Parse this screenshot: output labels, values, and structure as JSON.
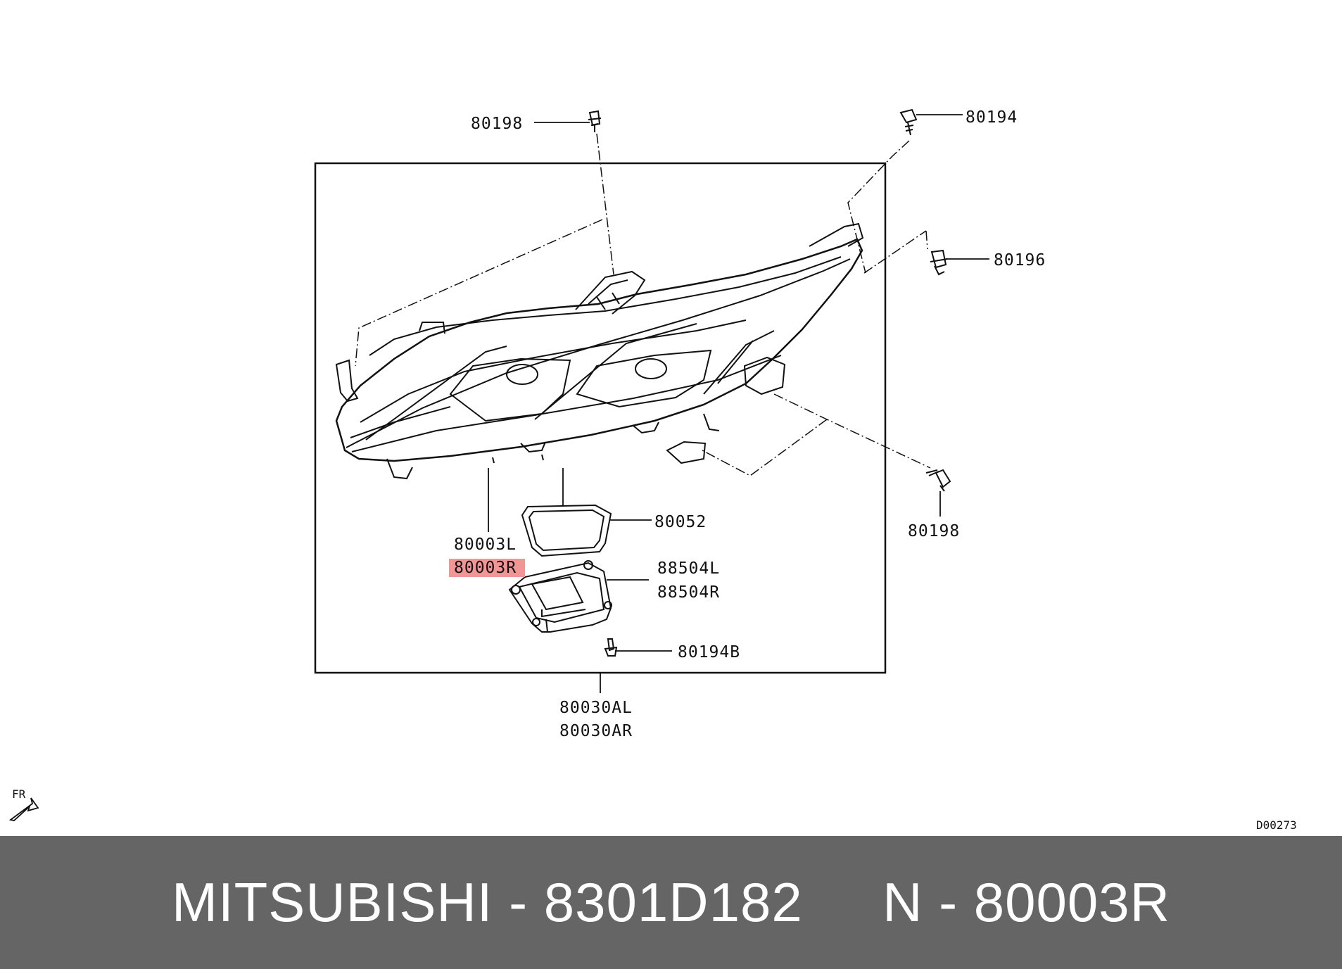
{
  "diagram": {
    "code": "D00273",
    "direction_marker": "FR",
    "highlighted_part": "80003R",
    "highlight_color": "#f29595",
    "callouts": {
      "fastener_top": "80198",
      "screw_top_right": "80194",
      "clip_right": "80196",
      "bolt_lower_right": "80198",
      "gasket": "80052",
      "headlamp_left": "80003L",
      "headlamp_right": "80003R",
      "module_left": "88504L",
      "module_right": "88504R",
      "module_screw": "80194B",
      "assembly_left": "80030AL",
      "assembly_right": "80030AR"
    }
  },
  "footer": {
    "background": "#656565",
    "brand": "MITSUBISHI",
    "separator": "-",
    "part_number": "8301D182",
    "spacer": "     ",
    "ref_prefix": "N",
    "ref_number": "80003R"
  }
}
